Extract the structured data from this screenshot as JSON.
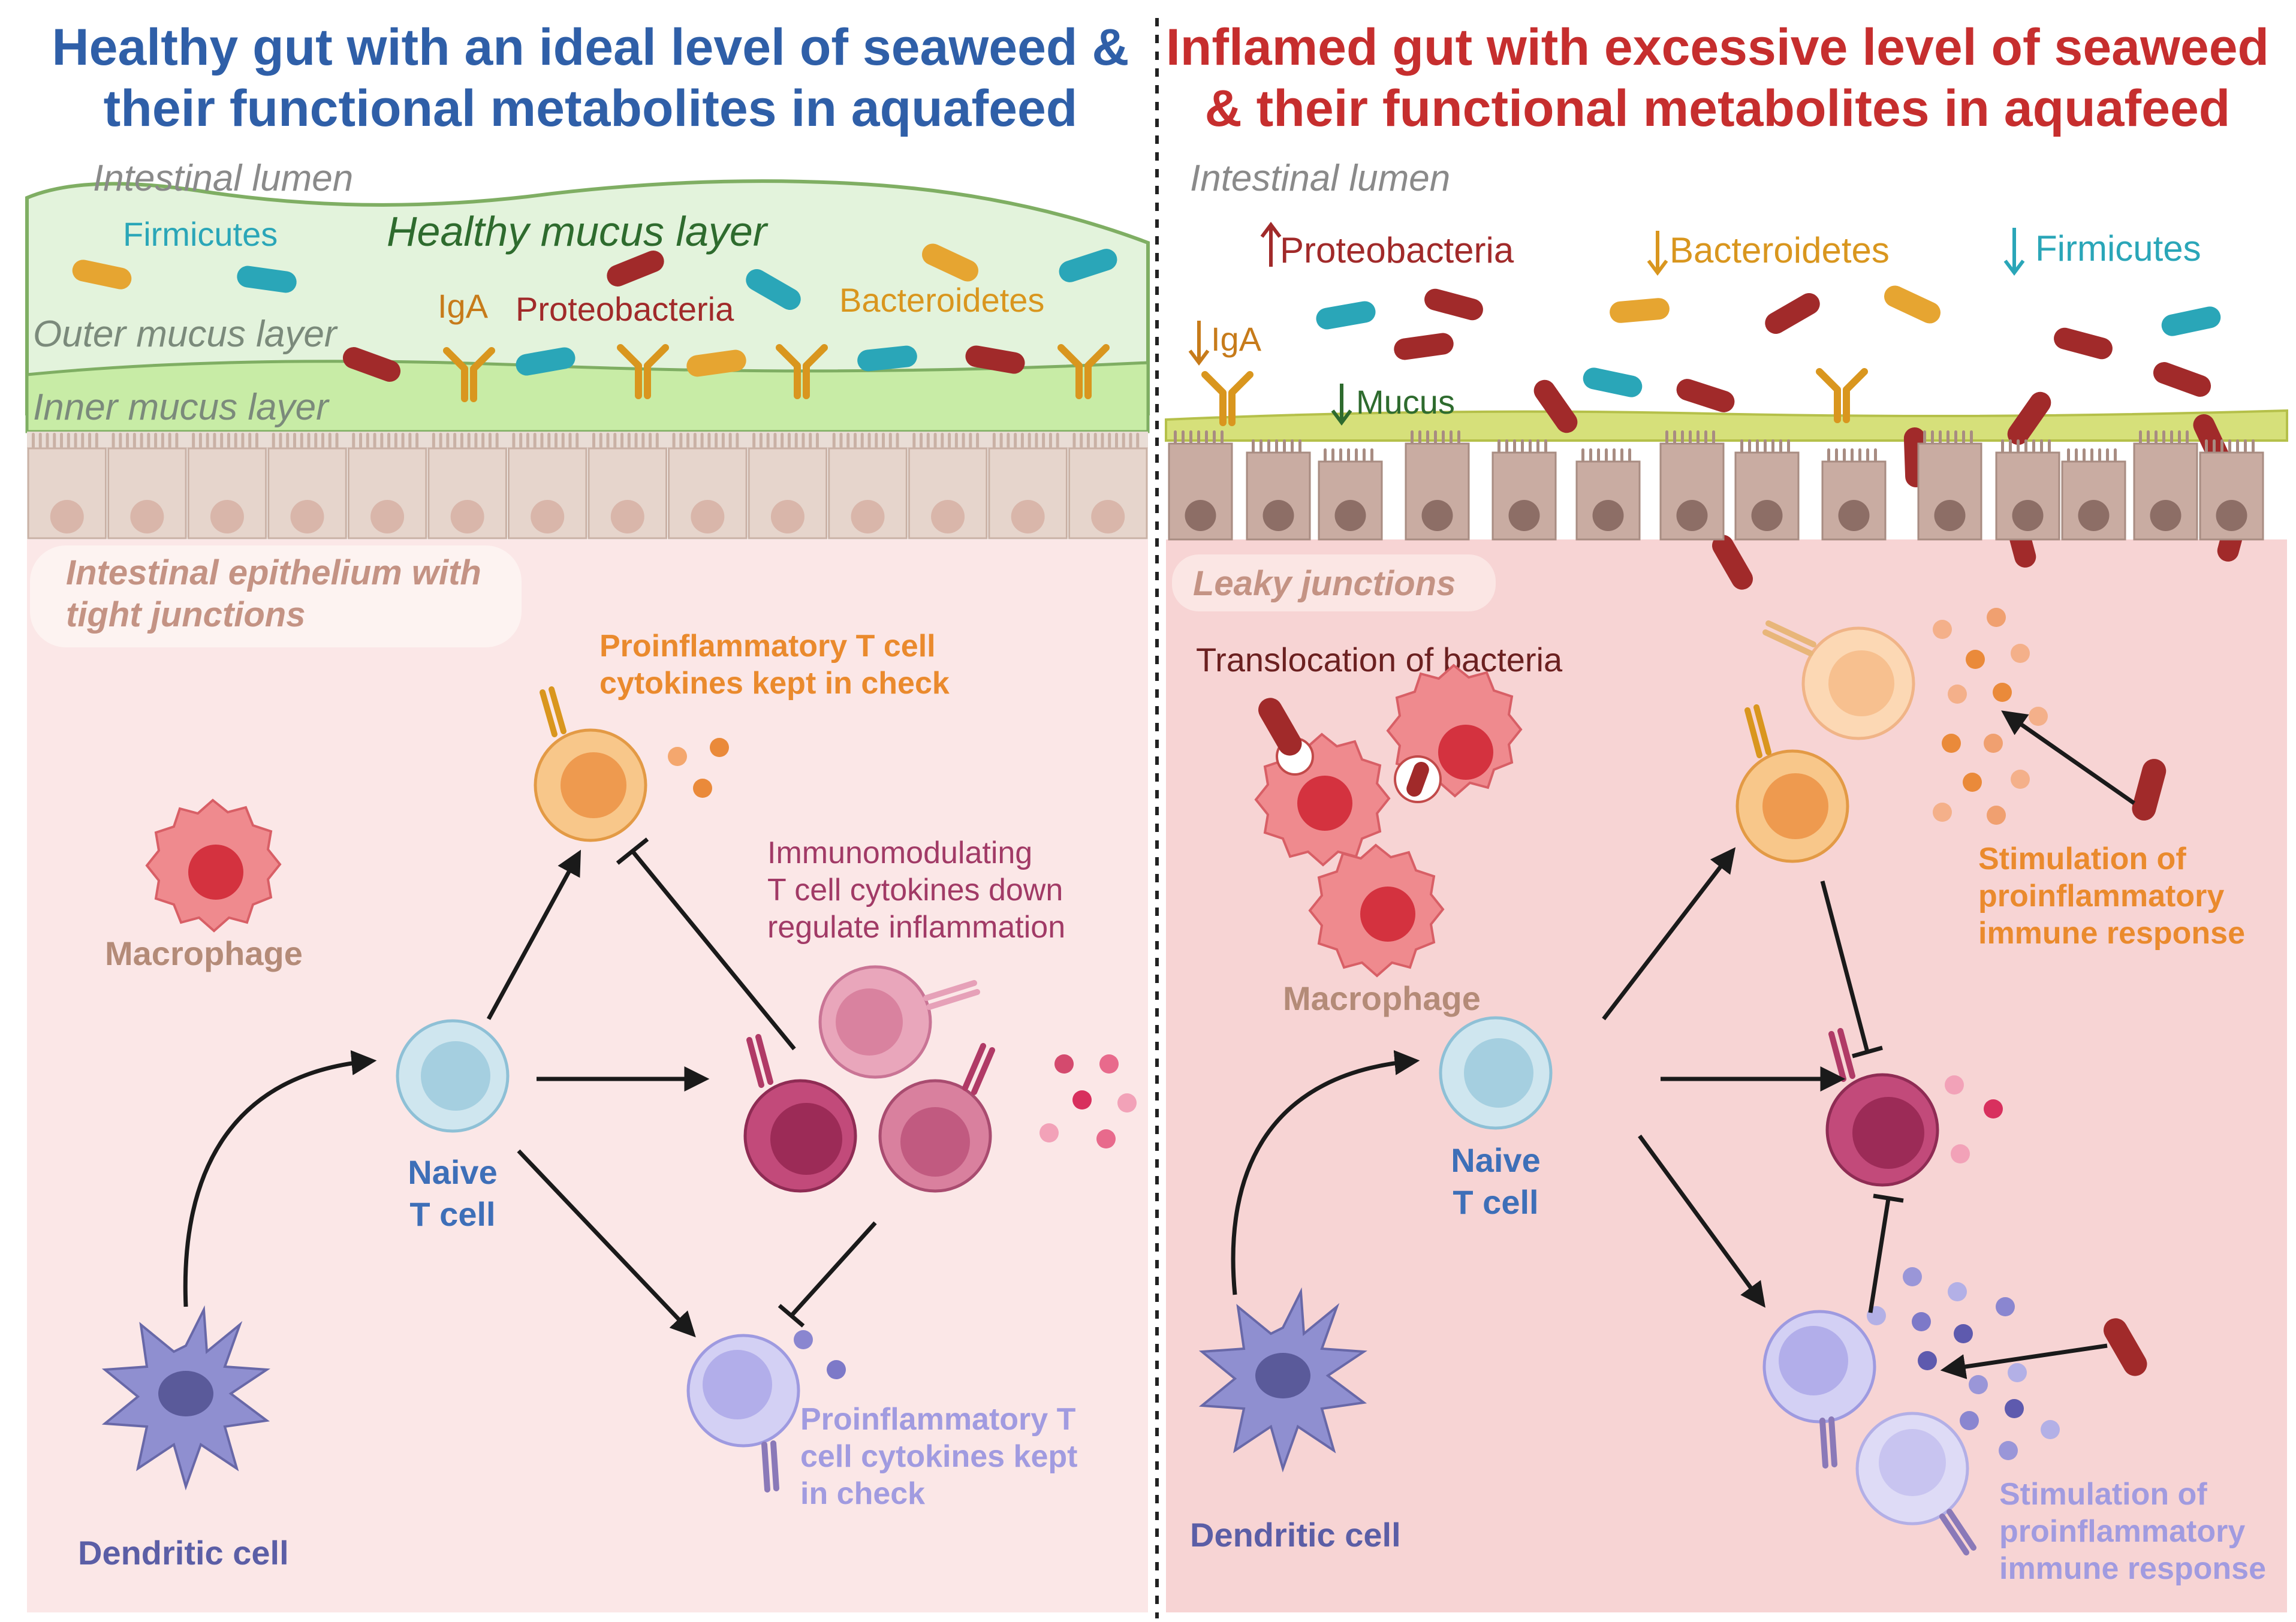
{
  "left": {
    "title_line1": "Healthy gut with an ideal level of seaweed &",
    "title_line2": "their functional metabolites in aquafeed",
    "lumen": "Intestinal lumen",
    "healthy_mucus": "Healthy mucus layer",
    "outer_mucus": "Outer mucus layer",
    "inner_mucus": "Inner mucus layer",
    "firmicutes": "Firmicutes",
    "iga": "IgA",
    "proteobacteria": "Proteobacteria",
    "bacteroidetes": "Bacteroidetes",
    "epithelium_line1": "Intestinal epithelium with",
    "epithelium_line2": "tight junctions",
    "proinflam_orange_line1": "Proinflammatory T cell",
    "proinflam_orange_line2": "cytokines kept in check",
    "immunomod_line1": "Immunomodulating",
    "immunomod_line2": "T cell cytokines down",
    "immunomod_line3": "regulate inflammation",
    "macrophage": "Macrophage",
    "naive_line1": "Naive",
    "naive_line2": "T cell",
    "proinflam_purple_line1": "Proinflammatory T",
    "proinflam_purple_line2": "cell cytokines kept",
    "proinflam_purple_line3": "in check",
    "dendritic": "Dendritic cell"
  },
  "right": {
    "title_line1": "Inflamed gut with excessive level of seaweed",
    "title_line2": "& their functional metabolites in aquafeed",
    "lumen": "Intestinal lumen",
    "proteobacteria": "Proteobacteria",
    "bacteroidetes": "Bacteroidetes",
    "firmicutes": "Firmicutes",
    "iga": "IgA",
    "mucus": "Mucus",
    "leaky": "Leaky junctions",
    "translocation": "Translocation of bacteria",
    "stim_orange_line1": "Stimulation of",
    "stim_orange_line2": "proinflammatory",
    "stim_orange_line3": "immune response",
    "macrophage": "Macrophage",
    "naive_line1": "Naive",
    "naive_line2": "T cell",
    "dendritic": "Dendritic cell",
    "stim_purple_line1": "Stimulation of",
    "stim_purple_line2": "proinflammatory",
    "stim_purple_line3": "immune response"
  },
  "colors": {
    "title_left": "#2f5fa8",
    "title_right": "#c62e2e",
    "firmicutes": "#2aa6b8",
    "bacteroidetes": "#e6a531",
    "proteobacteria": "#a12a2a",
    "iga": "#d9961e",
    "orange_cell": "#f2a35e",
    "magenta_cell": "#b03a66",
    "purple_cell": "#a9a6e6",
    "naive_cell": "#a9d3e3",
    "macrophage": "#e46c72",
    "dendritic": "#7f7fc0"
  }
}
